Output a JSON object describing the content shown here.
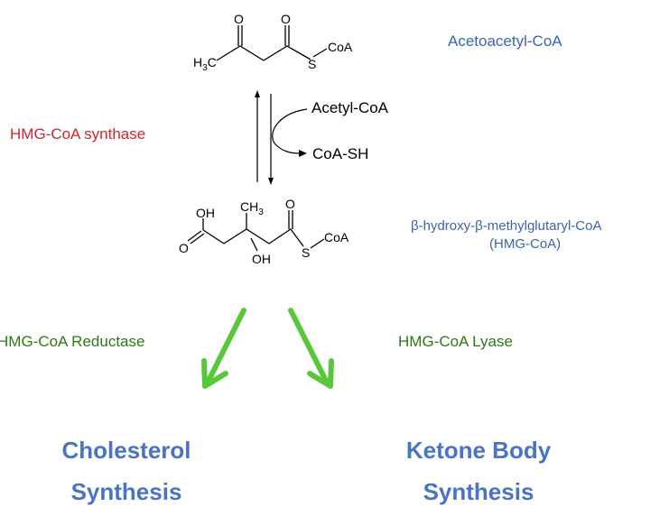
{
  "molecules": {
    "acetoacetyl": {
      "name": "Acetoacetyl-CoA",
      "atoms": {
        "o_left": "O",
        "o_right": "O",
        "methyl_h": "H",
        "methyl_3": "3",
        "methyl_c": "C",
        "s": "S",
        "coa": "CoA"
      }
    },
    "hmg": {
      "name": "β-hydroxy-β-methylglutaryl-CoA",
      "abbrev": "(HMG-CoA)",
      "atoms": {
        "oh_top": "OH",
        "ch3_c": "CH",
        "ch3_3": "3",
        "o_right": "O",
        "o_left": "O",
        "oh_bottom": "OH",
        "s": "S",
        "coa": "CoA"
      }
    }
  },
  "enzyme": {
    "synthase": "HMG-CoA synthase"
  },
  "reaction": {
    "substrate": "Acetyl-CoA",
    "product": "CoA-SH"
  },
  "branches": {
    "left": {
      "enzyme": "HMG-CoA Reductase",
      "line1": "Cholesterol",
      "line2": "Synthesis"
    },
    "right": {
      "enzyme": "HMG-CoA Lyase",
      "line1": "Ketone Body",
      "line2": "Synthesis"
    }
  },
  "colors": {
    "name_blue": "#3a63b5",
    "enzyme_red": "#d0252b",
    "enzyme_green": "#2c7a12",
    "arrow_green": "#56c83a",
    "outcome_blue": "#4a73c4"
  }
}
